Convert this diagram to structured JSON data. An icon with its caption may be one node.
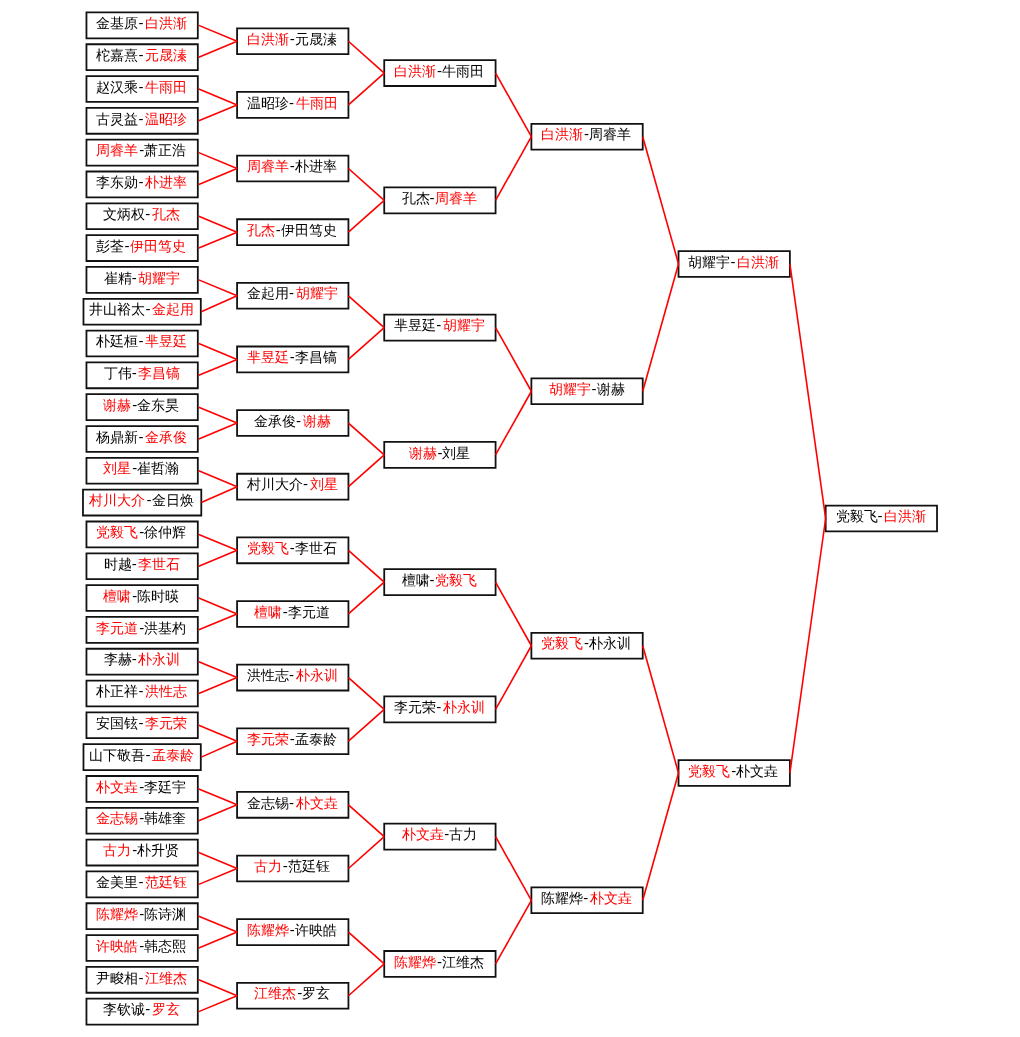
{
  "diagram": {
    "nodes": [
      {
        "text": [
          "金基原-白洪渐"
        ]
      },
      {
        "text": [
          "柁嘉熹-元晟溱"
        ]
      },
      {
        "text": [
          "赵汉乘-牛雨田"
        ]
      },
      {
        "text": [
          "古灵益-温昭珍"
        ]
      },
      {
        "text": [
          "周睿羊-萧正浩"
        ]
      },
      {
        "text": [
          "李东勋-朴进率"
        ]
      },
      {
        "text": [
          "文炳权-孔杰"
        ]
      },
      {
        "text": [
          "彭荃-伊田笃史"
        ]
      },
      {
        "text": [
          "崔精-胡耀宇"
        ]
      },
      {
        "text": [
          "井山裕太-金起用"
        ]
      },
      {
        "text": [
          "朴廷桓-芈昱廷"
        ]
      },
      {
        "text": [
          "丁伟-李昌镐"
        ]
      },
      {
        "text": [
          "谢赫-金东昊"
        ]
      },
      {
        "text": [
          "杨鼎新-金承俊"
        ]
      },
      {
        "text": [
          "刘星-崔哲瀚"
        ]
      },
      {
        "text": [
          "村川大介-金日焕"
        ]
      },
      {
        "text": [
          "党毅飞-徐仲辉"
        ]
      },
      {
        "text": [
          "时越-李世石"
        ]
      },
      {
        "text": [
          "檀啸-陈时暎"
        ]
      },
      {
        "text": [
          "李元道-洪基杓"
        ]
      },
      {
        "text": [
          "李赫-朴永训"
        ]
      },
      {
        "text": [
          "朴正祥-洪性志"
        ]
      },
      {
        "text": [
          "安国铉-李元荣"
        ]
      },
      {
        "text": [
          "山下敬吾-孟泰龄"
        ]
      },
      {
        "text": [
          "朴文垚-李廷宇"
        ]
      },
      {
        "text": [
          "金志锡-韩雄奎"
        ]
      },
      {
        "text": [
          "古力-朴升贤"
        ]
      },
      {
        "text": [
          "金美里-范廷钰"
        ]
      },
      {
        "text": [
          "陈耀烨-陈诗渊"
        ]
      },
      {
        "text": [
          "许映皓-韩态熙"
        ]
      },
      {
        "text": [
          "尹畯相-江维杰"
        ]
      },
      {
        "text": [
          "李钦诚-罗玄"
        ]
      },
      {
        "text": [
          "白洪渐-元晟溱"
        ]
      },
      {
        "text": [
          "温昭珍-牛雨田"
        ]
      },
      {
        "text": [
          "周睿羊-朴进率"
        ]
      },
      {
        "text": [
          "孔杰-伊田笃史"
        ]
      },
      {
        "text": [
          "金起用-胡耀宇"
        ]
      },
      {
        "text": [
          "芈昱廷-李昌镐"
        ]
      },
      {
        "text": [
          "金承俊-谢赫"
        ]
      },
      {
        "text": [
          "村川大介-刘星"
        ]
      },
      {
        "text": [
          "党毅飞-李世石"
        ]
      },
      {
        "text": [
          "檀啸-李元道"
        ]
      },
      {
        "text": [
          "洪性志-朴永训"
        ]
      },
      {
        "text": [
          "李元荣-孟泰龄"
        ]
      },
      {
        "text": [
          "金志锡-朴文垚"
        ]
      },
      {
        "text": [
          "古力-范廷钰"
        ]
      },
      {
        "text": [
          "陈耀烨-许映皓"
        ]
      },
      {
        "text": [
          "江维杰-罗玄"
        ]
      },
      {
        "text": [
          "白洪渐-牛雨田"
        ]
      },
      {
        "text": [
          "孔杰-周睿羊"
        ]
      },
      {
        "text": [
          "芈昱廷-胡耀宇"
        ]
      },
      {
        "text": [
          "谢赫-刘星"
        ]
      },
      {
        "text": [
          "檀啸-党毅飞"
        ]
      },
      {
        "text": [
          "李元荣-朴永训"
        ]
      },
      {
        "text": [
          "朴文垚-古力"
        ]
      },
      {
        "text": [
          "陈耀烨-江维杰"
        ]
      },
      {
        "text": [
          "白洪渐-周睿羊"
        ]
      },
      {
        "text": [
          "胡耀宇-谢赫"
        ]
      },
      {
        "text": [
          "党毅飞-朴永训"
        ]
      },
      {
        "text": [
          "陈耀烨-朴文垚"
        ]
      },
      {
        "text": [
          "胡耀宇-白洪渐"
        ]
      },
      {
        "text": [
          "党毅飞-朴文垚"
        ]
      },
      {
        "text": [
          "党毅飞-白洪渐"
        ]
      }
    ],
    "edges": [
      {
        "from": 0,
        "to": 32,
        "arrow": "none"
      },
      {
        "from": 1,
        "to": 32,
        "arrow": "none"
      },
      {
        "from": 2,
        "to": 33,
        "arrow": "none"
      },
      {
        "from": 3,
        "to": 33,
        "arrow": "none"
      },
      {
        "from": 4,
        "to": 34,
        "arrow": "none"
      },
      {
        "from": 5,
        "to": 34,
        "arrow": "none"
      },
      {
        "from": 6,
        "to": 35,
        "arrow": "none"
      },
      {
        "from": 7,
        "to": 35,
        "arrow": "none"
      },
      {
        "from": 8,
        "to": 36,
        "arrow": "none"
      },
      {
        "from": 9,
        "to": 36,
        "arrow": "none"
      },
      {
        "from": 10,
        "to": 37,
        "arrow": "none"
      },
      {
        "from": 11,
        "to": 37,
        "arrow": "none"
      },
      {
        "from": 12,
        "to": 38,
        "arrow": "none"
      },
      {
        "from": 13,
        "to": 38,
        "arrow": "none"
      },
      {
        "from": 14,
        "to": 39,
        "arrow": "none"
      },
      {
        "from": 15,
        "to": 39,
        "arrow": "none"
      },
      {
        "from": 16,
        "to": 40,
        "arrow": "none"
      },
      {
        "from": 17,
        "to": 40,
        "arrow": "none"
      },
      {
        "from": 18,
        "to": 41,
        "arrow": "none"
      },
      {
        "from": 19,
        "to": 41,
        "arrow": "none"
      },
      {
        "from": 20,
        "to": 42,
        "arrow": "none"
      },
      {
        "from": 21,
        "to": 42,
        "arrow": "none"
      },
      {
        "from": 22,
        "to": 43,
        "arrow": "none"
      },
      {
        "from": 23,
        "to": 43,
        "arrow": "none"
      },
      {
        "from": 24,
        "to": 44,
        "arrow": "none"
      },
      {
        "from": 25,
        "to": 44,
        "arrow": "none"
      },
      {
        "from": 26,
        "to": 45,
        "arrow": "none"
      },
      {
        "from": 27,
        "to": 45,
        "arrow": "none"
      },
      {
        "from": 28,
        "to": 46,
        "arrow": "none"
      },
      {
        "from": 29,
        "to": 46,
        "arrow": "none"
      },
      {
        "from": 30,
        "to": 47,
        "arrow": "none"
      },
      {
        "from": 31,
        "to": 47,
        "arrow": "none"
      },
      {
        "from": 32,
        "to": 48,
        "arrow": "none"
      },
      {
        "from": 33,
        "to": 48,
        "arrow": "none"
      },
      {
        "from": 34,
        "to": 49,
        "arrow": "none"
      },
      {
        "from": 35,
        "to": 49,
        "arrow": "none"
      },
      {
        "from": 36,
        "to": 50,
        "arrow": "none"
      },
      {
        "from": 37,
        "to": 50,
        "arrow": "none"
      },
      {
        "from": 38,
        "to": 51,
        "arrow": "none"
      },
      {
        "from": 39,
        "to": 51,
        "arrow": "none"
      },
      {
        "from": 40,
        "to": 52,
        "arrow": "none"
      },
      {
        "from": 41,
        "to": 52,
        "arrow": "none"
      },
      {
        "from": 42,
        "to": 53,
        "arrow": "none"
      },
      {
        "from": 43,
        "to": 53,
        "arrow": "none"
      },
      {
        "from": 44,
        "to": 54,
        "arrow": "none"
      },
      {
        "from": 45,
        "to": 54,
        "arrow": "none"
      },
      {
        "from": 46,
        "to": 55,
        "arrow": "none"
      },
      {
        "from": 47,
        "to": 55,
        "arrow": "none"
      },
      {
        "from": 48,
        "to": 56,
        "arrow": "none"
      },
      {
        "from": 49,
        "to": 56,
        "arrow": "none"
      },
      {
        "from": 50,
        "to": 57,
        "arrow": "none"
      },
      {
        "from": 51,
        "to": 57,
        "arrow": "none"
      },
      {
        "from": 52,
        "to": 58,
        "arrow": "none"
      },
      {
        "from": 53,
        "to": 58,
        "arrow": "none"
      },
      {
        "from": 54,
        "to": 59,
        "arrow": "none"
      },
      {
        "from": 55,
        "to": 59,
        "arrow": "none"
      },
      {
        "from": 56,
        "to": 60,
        "arrow": "none"
      },
      {
        "from": 57,
        "to": 60,
        "arrow": "none"
      },
      {
        "from": 58,
        "to": 61,
        "arrow": "none"
      },
      {
        "from": 59,
        "to": 61,
        "arrow": "none"
      },
      {
        "from": 60,
        "to": 62,
        "arrow": "none"
      },
      {
        "from": 61,
        "to": 62,
        "arrow": "none"
      }
    ]
  }
}
